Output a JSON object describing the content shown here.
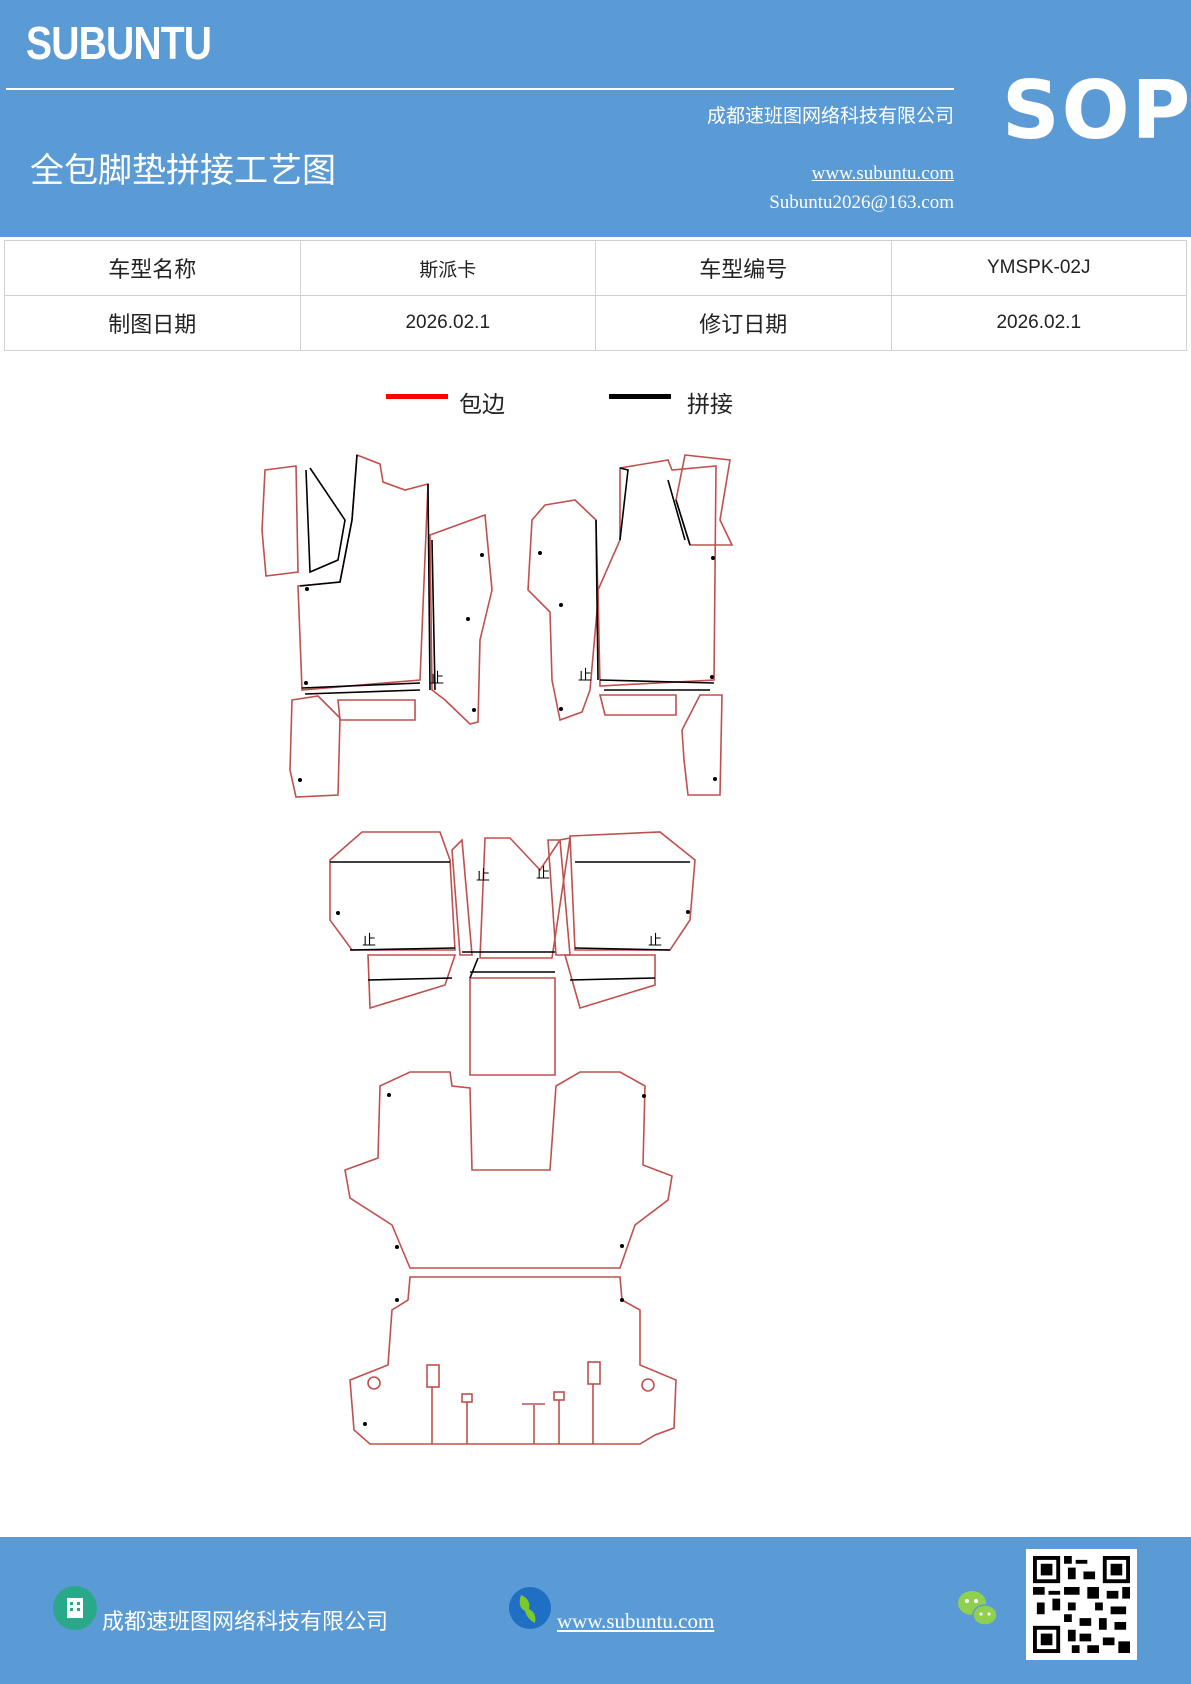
{
  "header": {
    "brand": "SUBUNTU",
    "company": "成都速班图网络科技有限公司",
    "title": "全包脚垫拼接工艺图",
    "website": "www.subuntu.com",
    "email": "Subuntu2026@163.com",
    "badge": "SOP"
  },
  "info_table": {
    "rows": [
      [
        "车型名称",
        "斯派卡",
        "车型编号",
        "YMSPK-02J"
      ],
      [
        "制图日期",
        "2026.02.1",
        "修订日期",
        "2026.02.1"
      ]
    ]
  },
  "legend": {
    "items": [
      {
        "label": "包边",
        "color": "#ff0000"
      },
      {
        "label": "拼接",
        "color": "#000000"
      }
    ]
  },
  "diagram": {
    "splice_mark": "止",
    "edge_color": "#c0504d",
    "splice_color": "#000000"
  },
  "footer": {
    "company": "成都速班图网络科技有限公司",
    "website": "www.subuntu.com",
    "icons": [
      "building-icon",
      "globe-icon",
      "wechat-icon",
      "qr-code"
    ]
  },
  "colors": {
    "brand_blue": "#5b9bd5"
  }
}
